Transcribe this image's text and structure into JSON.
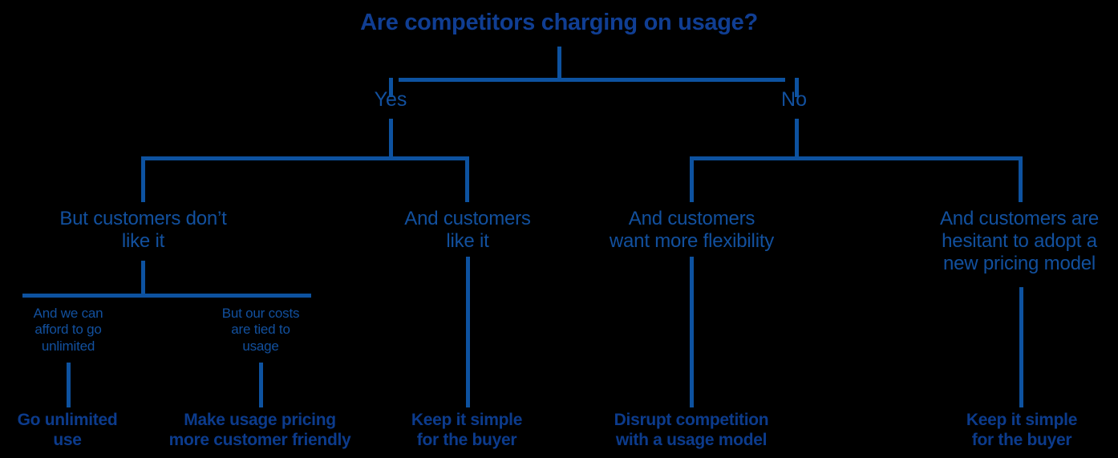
{
  "diagram": {
    "type": "decision-tree",
    "background_color": "#000000",
    "line_color": "#0d52a0",
    "title_color": "#103e93",
    "node_text_color": "#12509e",
    "leaf_text_color": "#0c3b8c",
    "title": "Are competitors charging on usage?",
    "branches": {
      "yes_label": "Yes",
      "no_label": "No"
    },
    "level2": {
      "yes_left": "But customers don’t\nlike it",
      "yes_right": "And customers\nlike it",
      "no_left": "And customers\nwant more flexibility",
      "no_right": "And customers are\nhesitant to adopt a\nnew pricing model"
    },
    "level3": {
      "afford_unlimited": "And we can\nafford to go\nunlimited",
      "costs_tied": "But our costs\nare tied to\nusage"
    },
    "leaves": {
      "go_unlimited": "Go unlimited\nuse",
      "make_friendly": "Make usage pricing\nmore customer friendly",
      "keep_simple_left": "Keep it simple\nfor the buyer",
      "disrupt": "Disrupt competition\nwith a usage model",
      "keep_simple_right": "Keep it simple\nfor the buyer"
    }
  }
}
